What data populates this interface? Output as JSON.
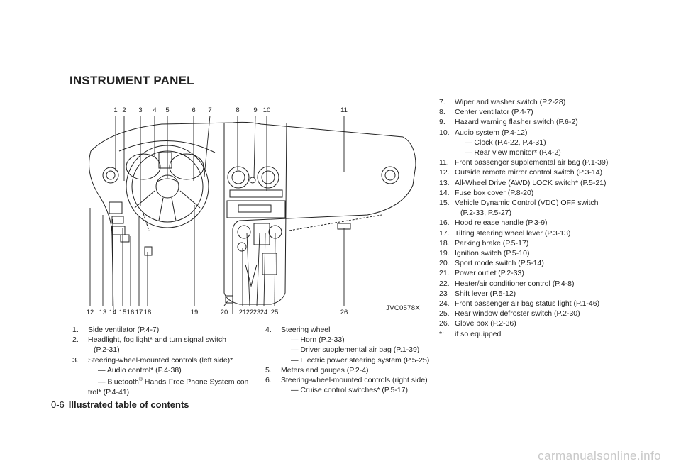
{
  "heading": "INSTRUMENT PANEL",
  "figure": {
    "code": "JVC0578X",
    "top_callouts": [
      "1",
      "2",
      "3",
      "4",
      "5",
      "6",
      "7",
      "8",
      "9",
      "10",
      "11"
    ],
    "bottom_callouts": [
      "12",
      "13",
      "14",
      "15",
      "16",
      "17",
      "18",
      "19",
      "20",
      "21",
      "22",
      "23",
      "24",
      "25",
      "26"
    ]
  },
  "col1": {
    "i1": {
      "num": "1.",
      "text": "Side ventilator (P.4-7)"
    },
    "i2": {
      "num": "2.",
      "text": "Headlight, fog light* and turn signal switch",
      "cont": "(P.2-31)"
    },
    "i3": {
      "num": "3.",
      "text": "Steering-wheel-mounted controls (left side)*",
      "s1": "— Audio control* (P.4-38)",
      "s2_pre": "— Bluetooth",
      "s2_reg": "®",
      "s2_post": " Hands-Free Phone System con-",
      "s2_cont": "trol* (P.4-41)"
    }
  },
  "col2": {
    "i4": {
      "num": "4.",
      "text": "Steering wheel",
      "s1": "— Horn (P.2-33)",
      "s2": "— Driver supplemental air bag (P.1-39)",
      "s3": "— Electric power steering system (P.5-25)"
    },
    "i5": {
      "num": "5.",
      "text": "Meters and gauges (P.2-4)"
    },
    "i6": {
      "num": "6.",
      "text": "Steering-wheel-mounted controls (right side)",
      "s1": "— Cruise control switches* (P.5-17)"
    }
  },
  "col3": {
    "i7": {
      "num": "7.",
      "text": "Wiper and washer switch (P.2-28)"
    },
    "i8": {
      "num": "8.",
      "text": "Center ventilator (P.4-7)"
    },
    "i9": {
      "num": "9.",
      "text": "Hazard warning flasher switch (P.6-2)"
    },
    "i10": {
      "num": "10.",
      "text": "Audio system (P.4-12)",
      "s1": "— Clock (P.4-22, P.4-31)",
      "s2": "— Rear view monitor* (P.4-2)"
    },
    "i11": {
      "num": "11.",
      "text": "Front passenger supplemental air bag (P.1-39)"
    },
    "i12": {
      "num": "12.",
      "text": "Outside remote mirror control switch (P.3-14)"
    },
    "i13": {
      "num": "13.",
      "text": "All-Wheel Drive (AWD) LOCK switch* (P.5-21)"
    },
    "i14": {
      "num": "14.",
      "text": "Fuse box cover (P.8-20)"
    },
    "i15": {
      "num": "15.",
      "text": "Vehicle Dynamic Control (VDC) OFF switch",
      "cont": "(P.2-33, P.5-27)"
    },
    "i16": {
      "num": "16.",
      "text": "Hood release handle (P.3-9)"
    },
    "i17": {
      "num": "17.",
      "text": "Tilting steering wheel lever (P.3-13)"
    },
    "i18": {
      "num": "18.",
      "text": "Parking brake (P.5-17)"
    },
    "i19": {
      "num": "19.",
      "text": "Ignition switch (P.5-10)"
    },
    "i20": {
      "num": "20.",
      "text": "Sport mode switch (P.5-14)"
    },
    "i21": {
      "num": "21.",
      "text": "Power outlet (P.2-33)"
    },
    "i22": {
      "num": "22.",
      "text": "Heater/air conditioner control (P.4-8)"
    },
    "i23": {
      "num": "23",
      "text": "Shift lever (P.5-12)"
    },
    "i24": {
      "num": "24.",
      "text": "Front passenger air bag status light (P.1-46)"
    },
    "i25": {
      "num": "25.",
      "text": "Rear window defroster switch (P.2-30)"
    },
    "i26": {
      "num": "26.",
      "text": "Glove box (P.2-36)"
    },
    "note": {
      "num": "*:",
      "text": "if so equipped"
    }
  },
  "footer": {
    "page": "0-6",
    "title": "Illustrated table of contents"
  },
  "watermark": "carmanualsonline.info"
}
